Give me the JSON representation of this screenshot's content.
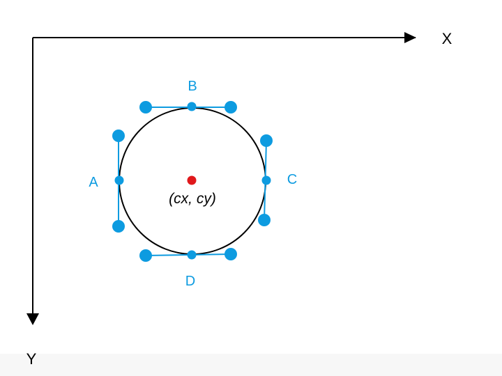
{
  "axes": {
    "x_label": "X",
    "y_label": "Y",
    "color": "#000000"
  },
  "points": {
    "a_label": "A",
    "b_label": "B",
    "c_label": "C",
    "d_label": "D",
    "color": "#0d9be0"
  },
  "center": {
    "label": "(cx, cy)",
    "color": "#e0181b"
  },
  "circle": {
    "stroke_color": "#000000"
  }
}
